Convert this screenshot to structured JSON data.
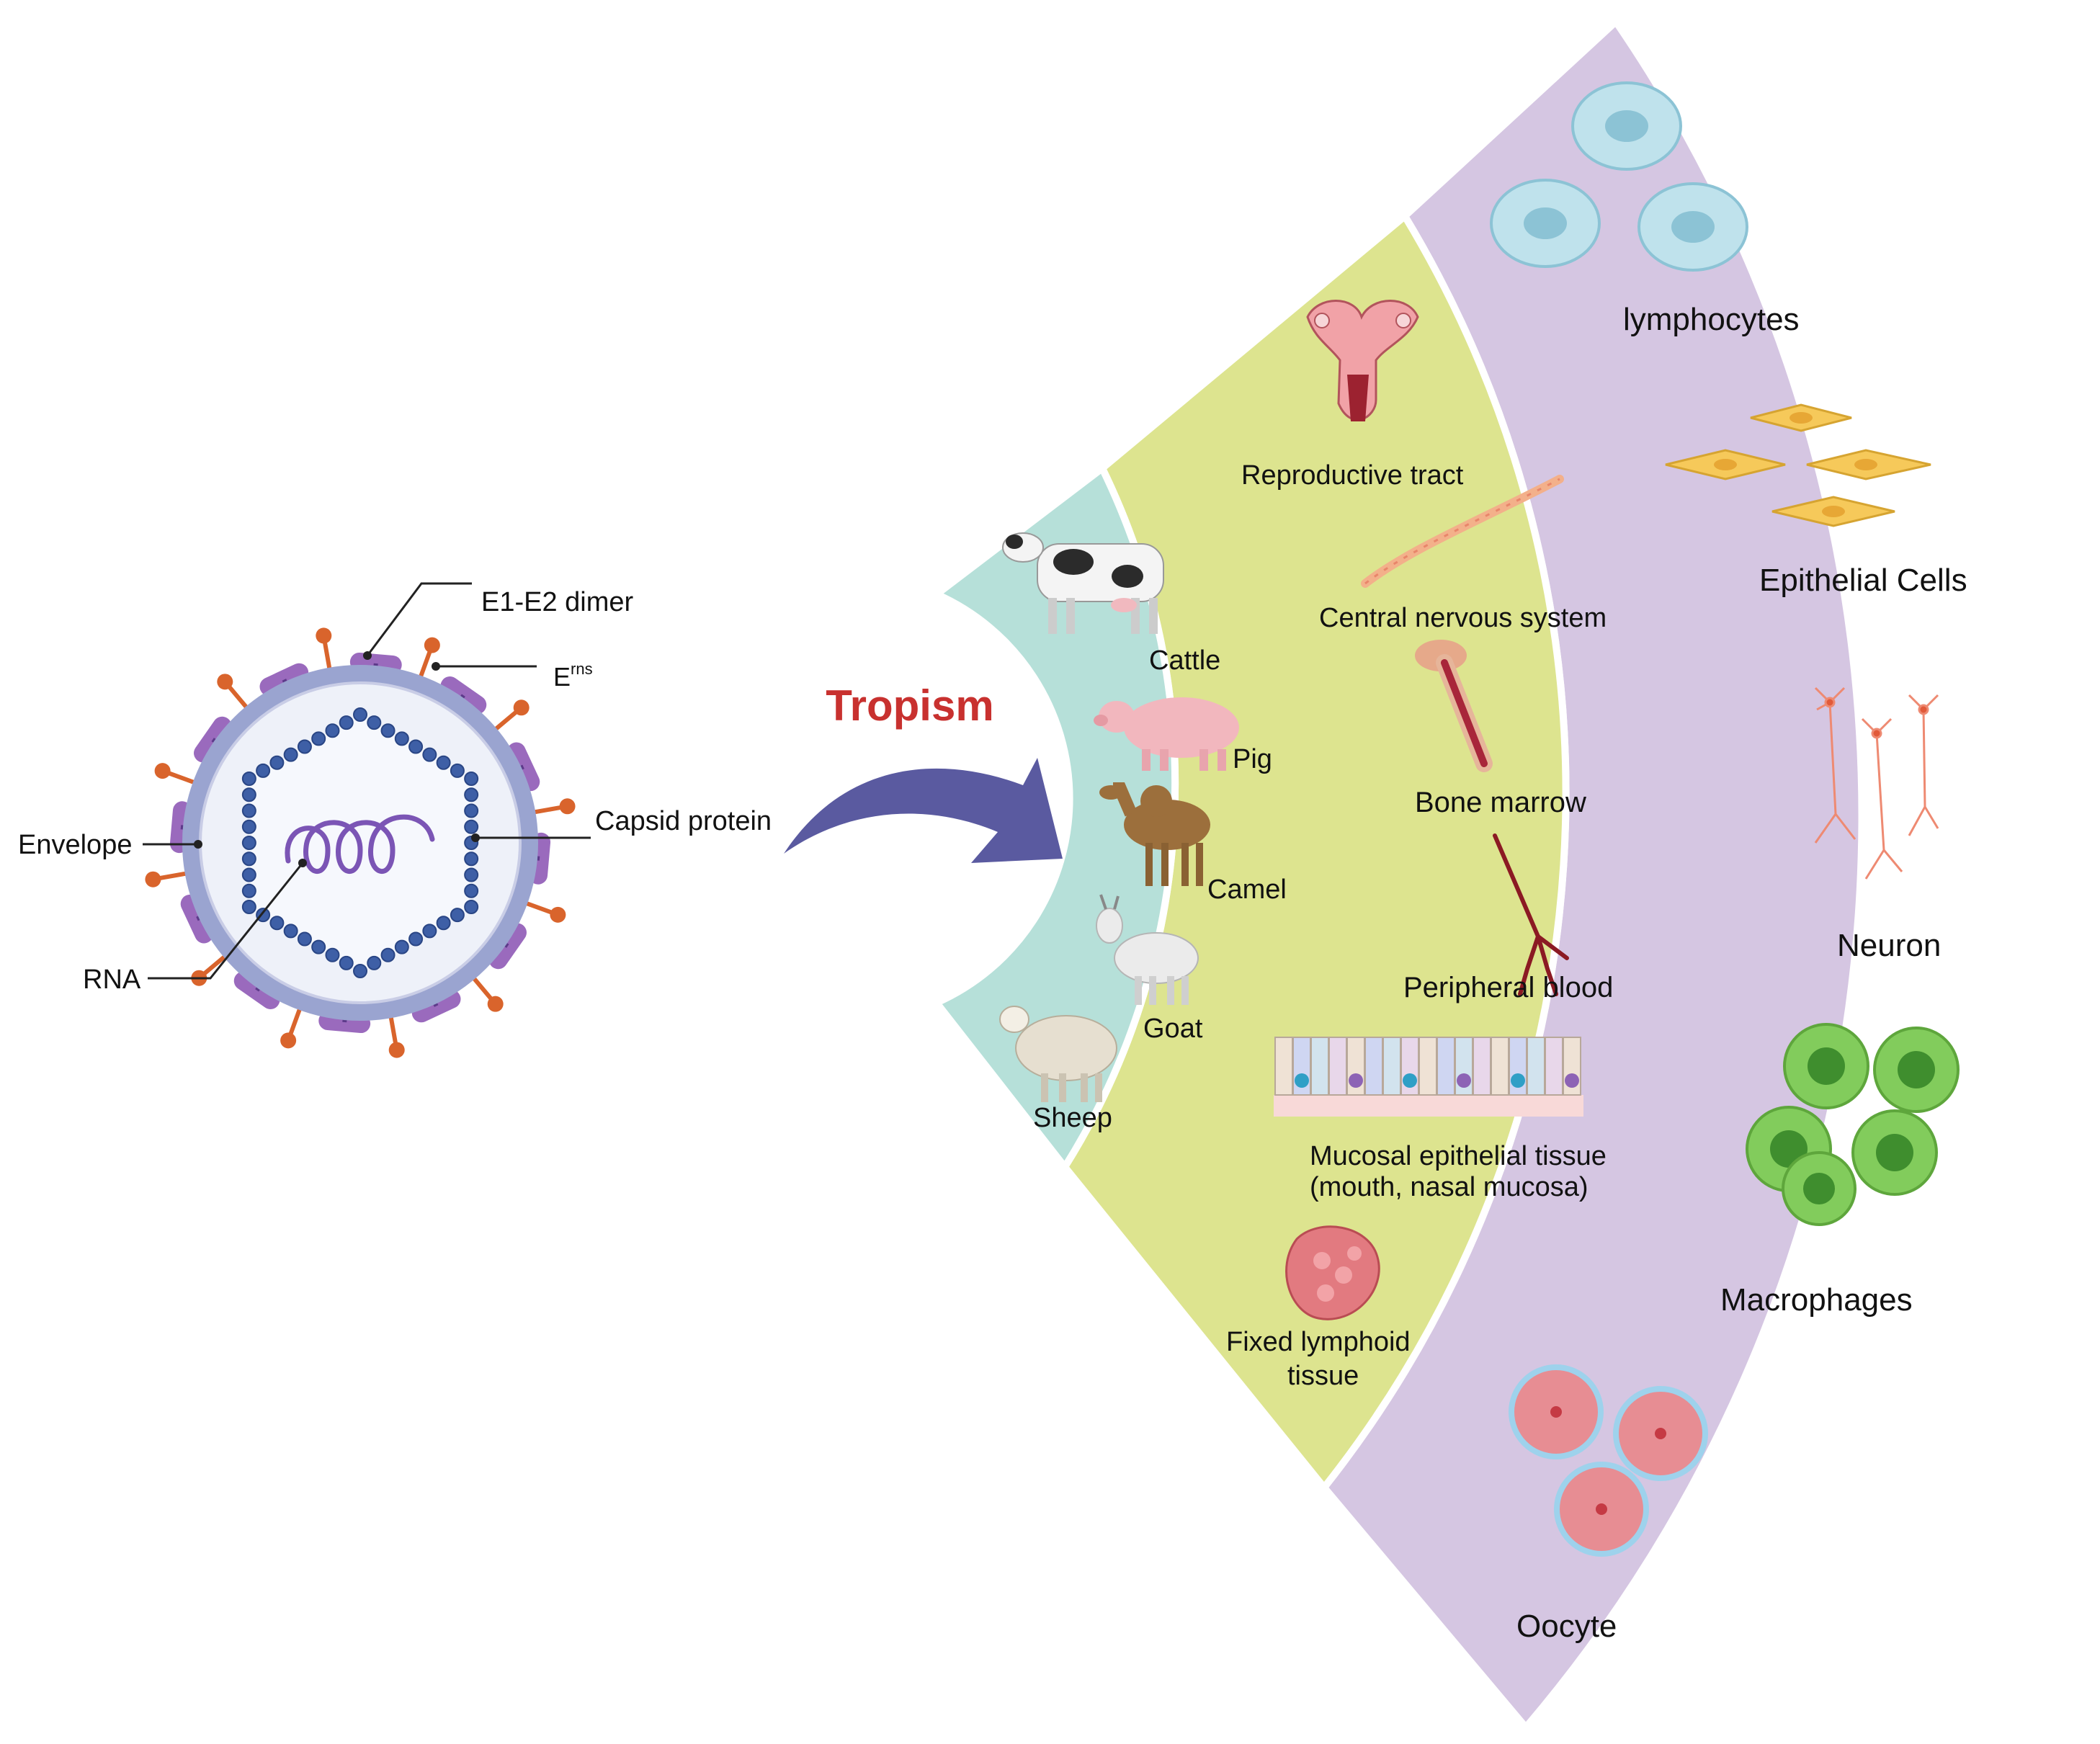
{
  "title": "Tropism",
  "colors": {
    "title": "#c8312f",
    "arrow": "#5a5aa0",
    "hosts_ring": "#b6e0d9",
    "tissues_ring": "#dde48f",
    "cells_ring": "#d5c6e2",
    "envelope": "#9aa4d0",
    "capsid": "#3e5fa6",
    "glycoprotein": "#9a6abd",
    "erns": "#d9642c",
    "rna": "#7b55b5"
  },
  "virion": {
    "labels": {
      "e1e2": "E1-E2 dimer",
      "erns_base": "E",
      "erns_sup": "rns",
      "capsid": "Capsid protein",
      "envelope": "Envelope",
      "rna": "RNA"
    }
  },
  "hosts": {
    "cattle": "Cattle",
    "pig": "Pig",
    "camel": "Camel",
    "goat": "Goat",
    "sheep": "Sheep"
  },
  "tissues": {
    "reproductive": "Reproductive tract",
    "cns": "Central nervous system",
    "bone_marrow": "Bone marrow",
    "peripheral_blood": "Peripheral blood",
    "mucosal_1": "Mucosal epithelial tissue",
    "mucosal_2": "(mouth, nasal mucosa)",
    "lymphoid_1": "Fixed lymphoid",
    "lymphoid_2": "tissue"
  },
  "cells": {
    "lymphocytes": "lymphocytes",
    "epithelial": "Epithelial Cells",
    "neuron": "Neuron",
    "macrophages": "Macrophages",
    "oocyte": "Oocyte"
  }
}
